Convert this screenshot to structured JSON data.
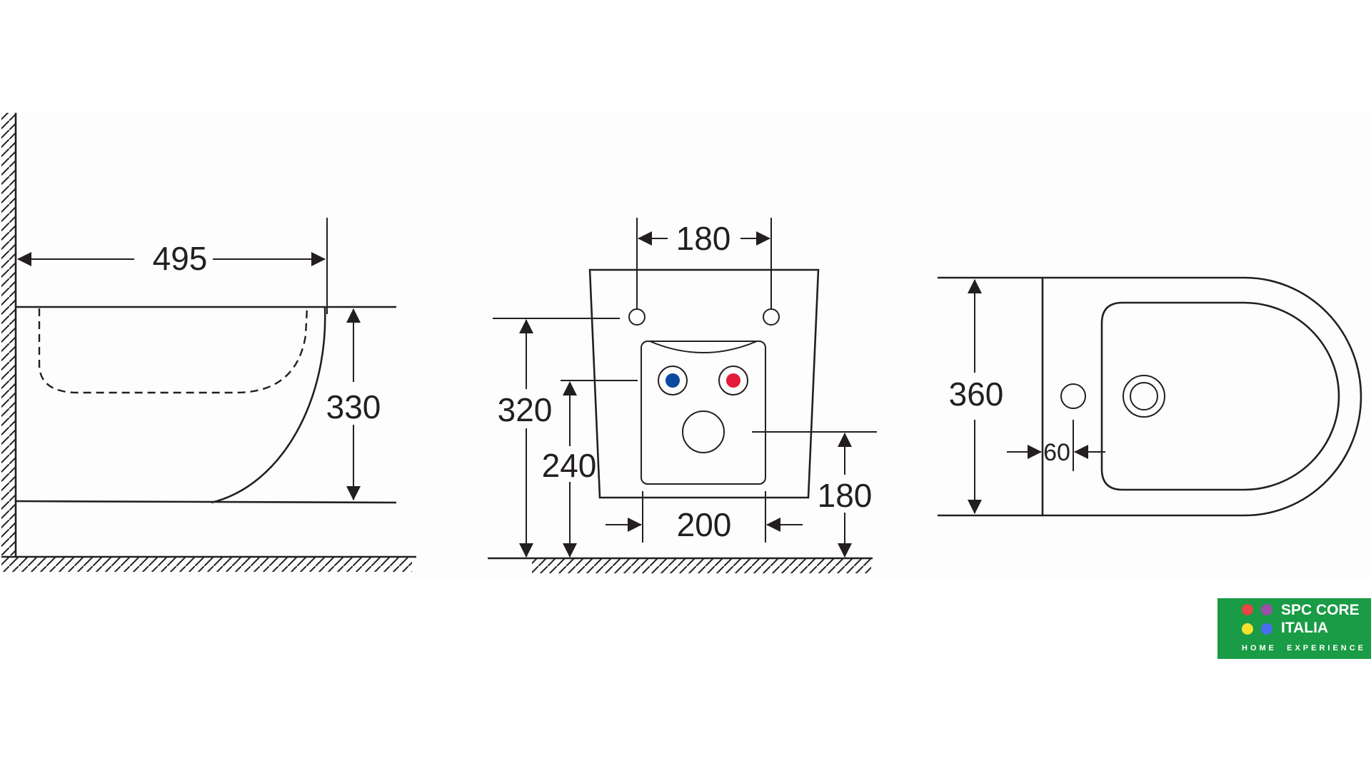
{
  "dimensions": {
    "side_length": "495",
    "side_height": "330",
    "front_top_width": "180",
    "front_height_total": "320",
    "front_height_inner": "240",
    "front_height_lower": "180",
    "front_bottom_width": "200",
    "top_depth": "360",
    "top_offset": "60"
  },
  "brand": {
    "line1": "SPC CORE",
    "line2": "ITALIA",
    "tagline": "HOME  EXPERIENCE",
    "background_color": "#1a9b45",
    "dot_colors": [
      "#e84545",
      "#9b4fa8",
      "#f5e030",
      "#4a6ef0"
    ]
  },
  "colors": {
    "stroke": "#231f20",
    "drawing_background": "#fdfdfd",
    "cold_inlet": "#0a4aa0",
    "hot_inlet": "#e21b3a"
  },
  "icons": {
    "cold_inlet": "cold-water-inlet-icon",
    "hot_inlet": "hot-water-inlet-icon"
  }
}
